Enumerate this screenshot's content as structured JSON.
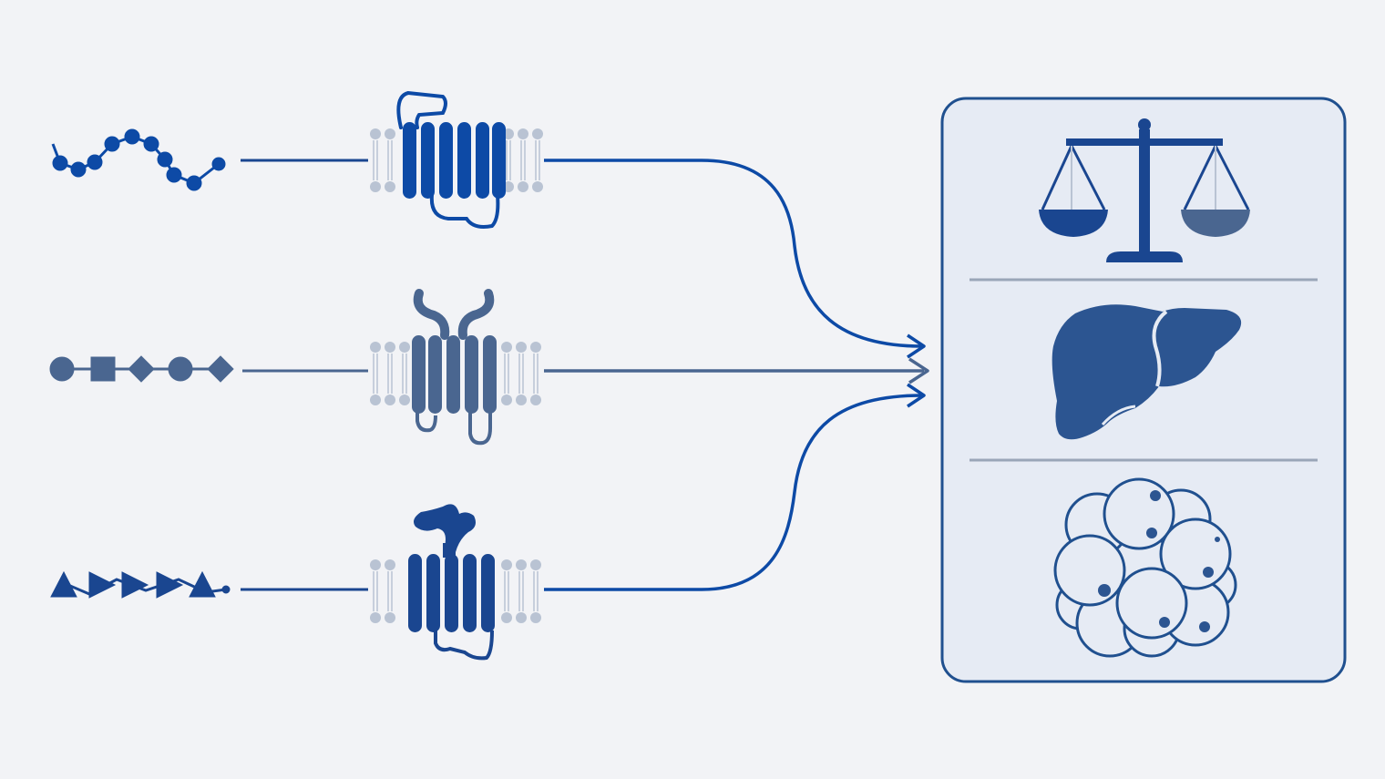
{
  "colors": {
    "background": "#f2f3f6",
    "blue_dark": "#1a4690",
    "blue_primary": "#0d4aa6",
    "slate_blue": "#4a6690",
    "membrane_grey": "#b9c3d3",
    "panel_fill": "#e6ebf4",
    "panel_border": "#20508f",
    "divider": "#9aa6b8"
  },
  "diagram": {
    "pathways": [
      {
        "ligand": "peptide-chain-ligand",
        "receptor": "gpcr-receptor-with-n-terminal-loop",
        "color": "#0d4aa6"
      },
      {
        "ligand": "mixed-shape-chain-ligand",
        "receptor": "dimeric-receptor-with-y-arms",
        "color": "#4a6690"
      },
      {
        "ligand": "triangle-chain-ligand",
        "receptor": "receptor-with-bound-cap-domain",
        "color": "#1a4690"
      }
    ],
    "outcomes": [
      "balance-scale-icon",
      "liver-icon",
      "adipocyte-cluster-icon"
    ]
  }
}
